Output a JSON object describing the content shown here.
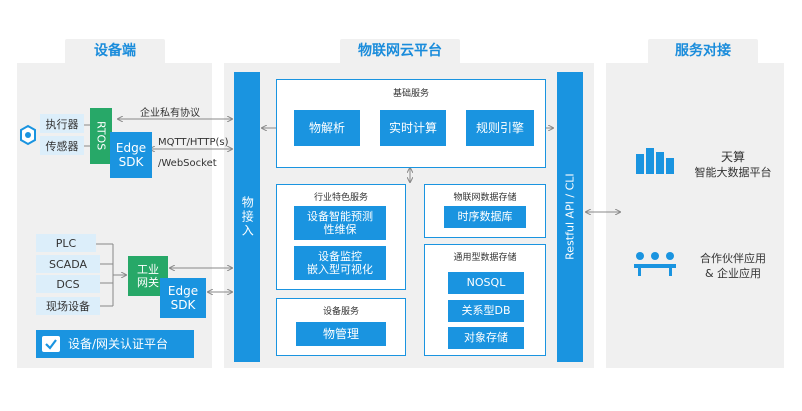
{
  "sections": {
    "device": "设备端",
    "platform": "物联网云平台",
    "service": "服务对接"
  },
  "device": {
    "actuator": "执行器",
    "sensor": "传感器",
    "rtos": "RTOS",
    "edge_sdk_top": "Edge\nSDK",
    "protocol_private": "企业私有协议",
    "protocol_mqtt": "MQTT/HTTP(s)",
    "protocol_ws": "/WebSocket",
    "plc": "PLC",
    "scada": "SCADA",
    "dcs": "DCS",
    "field_device": "现场设备",
    "industrial_gateway": "工业\n网关",
    "edge_sdk_bottom": "Edge\nSDK",
    "auth_platform": "设备/网关认证平台"
  },
  "platform": {
    "access": "物接入",
    "restful": "Restful API / CLI",
    "base_service_title": "基础服务",
    "parse": "物解析",
    "realtime": "实时计算",
    "rule_engine": "规则引擎",
    "industry_title": "行业特色服务",
    "predictive": "设备智能预测\n性维保",
    "monitoring": "设备监控\n嵌入型可视化",
    "device_service_title": "设备服务",
    "device_mgmt": "物管理",
    "iot_storage_title": "物联网数据存储",
    "tsdb": "时序数据库",
    "general_storage_title": "通用型数据存储",
    "nosql": "NOSQL",
    "rdb": "关系型DB",
    "object_storage": "对象存储"
  },
  "service": {
    "tiansuan": "天算",
    "bigdata": "智能大数据平台",
    "partner": "合作伙伴应用",
    "enterprise": "& 企业应用"
  },
  "colors": {
    "accent": "#1a94e0",
    "green": "#27a868",
    "panel": "#f0f0f0",
    "pale": "#dceefa"
  }
}
